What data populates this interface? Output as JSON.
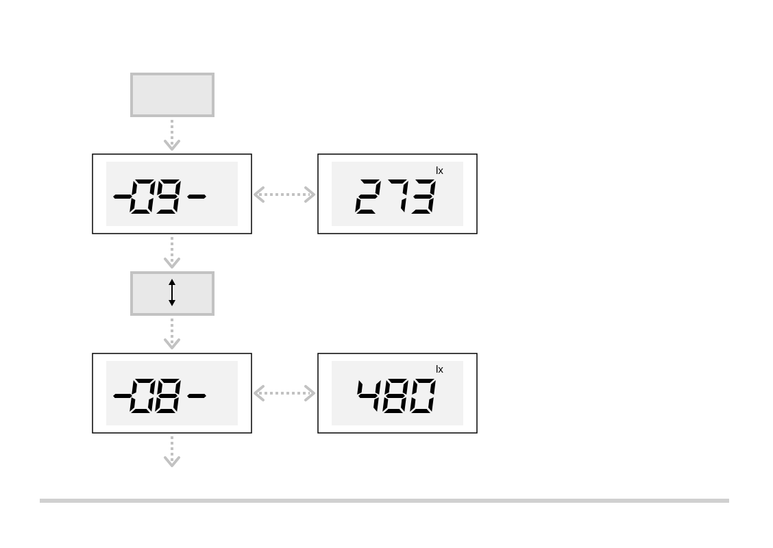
{
  "steps": [
    {
      "channel_display": "-09-",
      "value_display": "273",
      "unit": "lx"
    },
    {
      "channel_display": "-08-",
      "value_display": "480",
      "unit": "lx"
    }
  ],
  "icons": {
    "top_button": "blank-button",
    "middle_button": "up-down-arrow-icon"
  },
  "colors": {
    "connector": "#c2c2c2",
    "button_fill": "#e8e8e8",
    "lcd_face": "#f2f2f2",
    "segment": "#000000",
    "footer_rule": "#d0d0d0"
  }
}
